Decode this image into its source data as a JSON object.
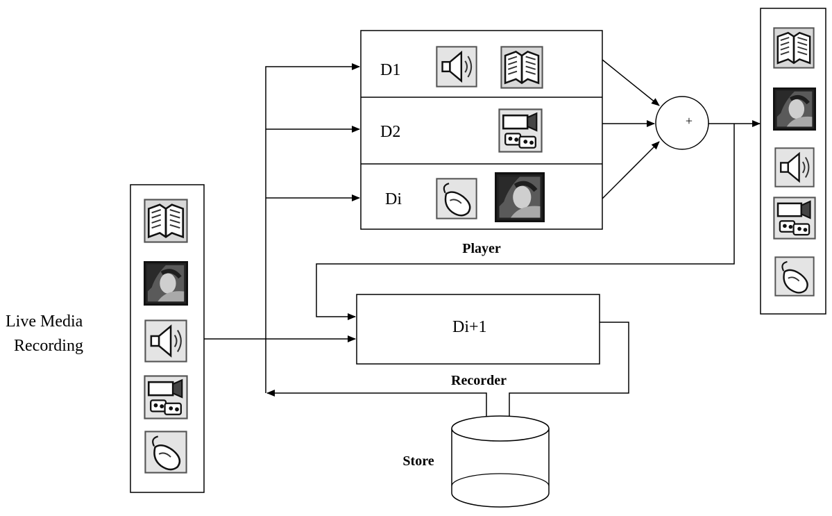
{
  "live_media": {
    "label_line1": "Live Media",
    "label_line2": "Recording"
  },
  "player": {
    "label": "Player",
    "rows": [
      {
        "label": "D1",
        "icons": [
          "speaker-icon",
          "book-icon"
        ]
      },
      {
        "label": "D2",
        "icons": [
          "video-camera-icon"
        ]
      },
      {
        "label": "Di",
        "icons": [
          "mouse-icon",
          "photo-icon"
        ]
      }
    ]
  },
  "mixer": {
    "symbol": "+"
  },
  "recorder": {
    "label": "Recorder",
    "box_label": "Di+1"
  },
  "store": {
    "label": "Store"
  },
  "input_media_icons": [
    "book-icon",
    "photo-icon",
    "speaker-icon",
    "video-camera-icon",
    "mouse-icon"
  ],
  "output_media_icons": [
    "book-icon",
    "photo-icon",
    "speaker-icon",
    "video-camera-icon",
    "mouse-icon"
  ]
}
